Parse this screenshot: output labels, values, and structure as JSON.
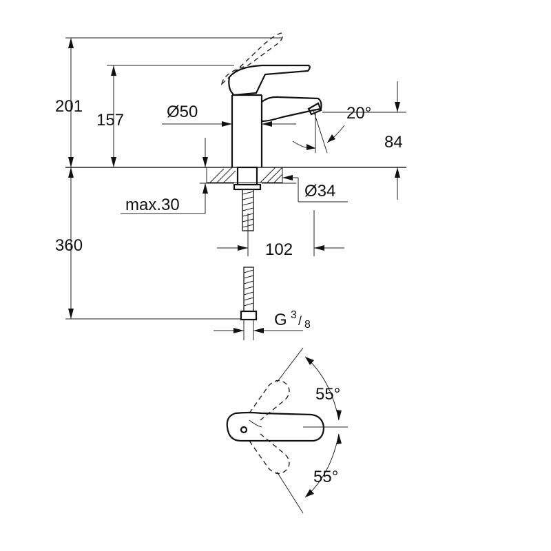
{
  "dimensions": {
    "total_height": "201",
    "spout_height": "157",
    "body_diameter": "Ø50",
    "spout_angle": "20°",
    "outlet_height": "84",
    "max_deck_thickness": "max.30",
    "hole_diameter": "Ø34",
    "hose_length": "360",
    "projection": "102",
    "connection_thread_prefix": "G",
    "connection_thread_num": "3",
    "connection_thread_den": "8"
  },
  "top_view": {
    "angle_upper": "55°",
    "angle_lower": "55°"
  }
}
